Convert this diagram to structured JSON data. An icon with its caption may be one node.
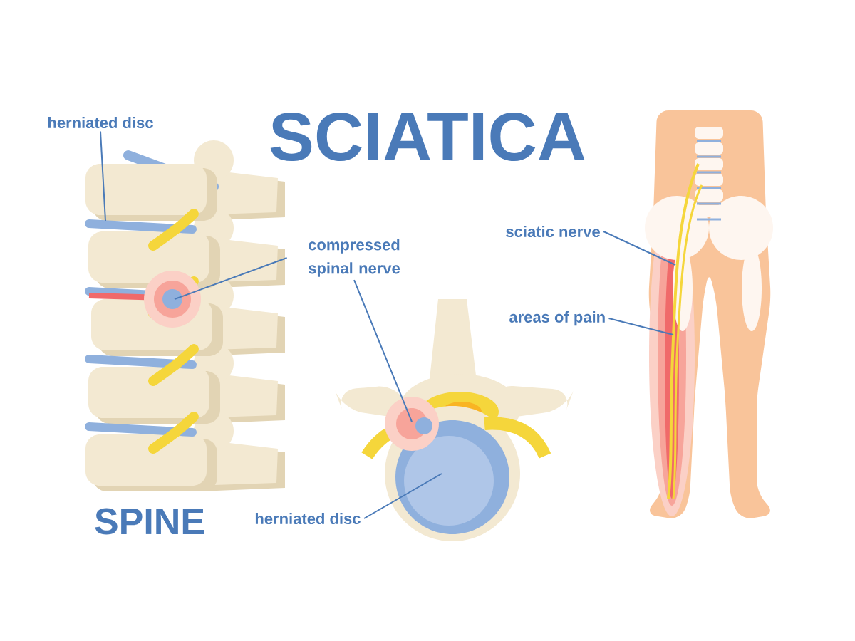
{
  "diagram": {
    "title": "SCIATICA",
    "nodes": [
      {
        "text": [
          "herniated disc"
        ]
      },
      {
        "text": [
          "compressed spinal nerve"
        ]
      },
      {
        "text": [
          "herniated disc"
        ]
      },
      {
        "text": [
          "sciatic nerve"
        ]
      },
      {
        "text": [
          "areas of pain"
        ]
      }
    ],
    "edges": [
      {
        "from": 0,
        "to": null,
        "arrow": "none"
      },
      {
        "from": 1,
        "to": null,
        "arrow": "none"
      },
      {
        "from": 1,
        "to": null,
        "arrow": "none"
      },
      {
        "from": 2,
        "to": null,
        "arrow": "none"
      },
      {
        "from": 3,
        "to": null,
        "arrow": "none"
      },
      {
        "from": 4,
        "to": null,
        "arrow": "none"
      }
    ],
    "labels": [
      "SPINE"
    ]
  }
}
